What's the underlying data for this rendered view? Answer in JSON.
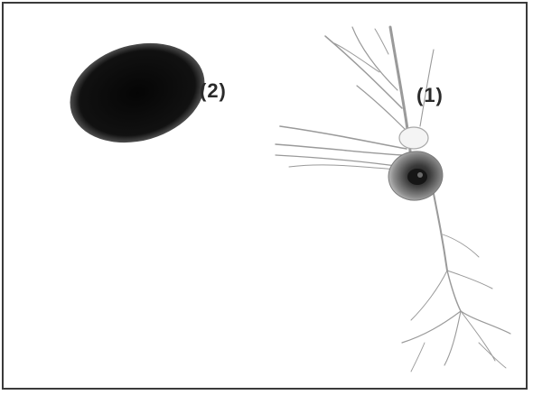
{
  "labels": {
    "item1": "(1)",
    "item2": "(2)"
  },
  "colors": {
    "frame": "#3a3a3a",
    "blob": "#111111",
    "neuron_stroke": "#8a8a8a",
    "soma_fill": "#555555",
    "nucleus_fill": "#222222"
  },
  "icons": {
    "item1": "neuron-cell-drawing",
    "item2": "dark-oval-cell"
  }
}
